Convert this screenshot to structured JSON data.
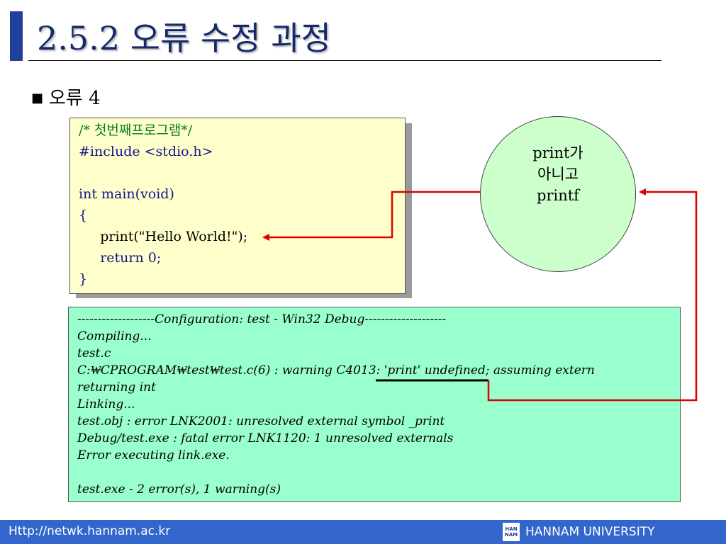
{
  "slide": {
    "title": "2.5.2 오류 수정 과정",
    "bullet_marker": "■",
    "bullet_text": "오류 4"
  },
  "code": {
    "lines": [
      "/* 첫번째프로그램*/",
      "#include <stdio.h>",
      "",
      "int main(void)",
      "{",
      "     print(\"Hello World!\");",
      "     return 0;",
      "}"
    ]
  },
  "note": {
    "line1": "print가",
    "line2": "아니고",
    "line3": "printf"
  },
  "output": {
    "lines": [
      "-------------------Configuration: test - Win32 Debug--------------------",
      "Compiling...",
      "test.c",
      "C:₩CPROGRAM₩test₩test.c(6) : warning C4013: 'print' undefined; assuming extern",
      "returning int",
      "Linking...",
      "test.obj : error LNK2001: unresolved external symbol _print",
      "Debug/test.exe : fatal error LNK1120: 1 unresolved externals",
      "Error executing link.exe.",
      "",
      "test.exe - 2 error(s), 1 warning(s)"
    ]
  },
  "footer": {
    "url": "Http://netwk.hannam.ac.kr",
    "logo_text": "HAN NAM",
    "university": "HANNAM  UNIVERSITY"
  },
  "colors": {
    "accent": "#1f3f9a",
    "code_bg": "#ffffcc",
    "output_bg": "#99ffcc",
    "note_bg": "#ccffcc",
    "arrow": "#e00000",
    "footer_bg": "#3366cc"
  }
}
